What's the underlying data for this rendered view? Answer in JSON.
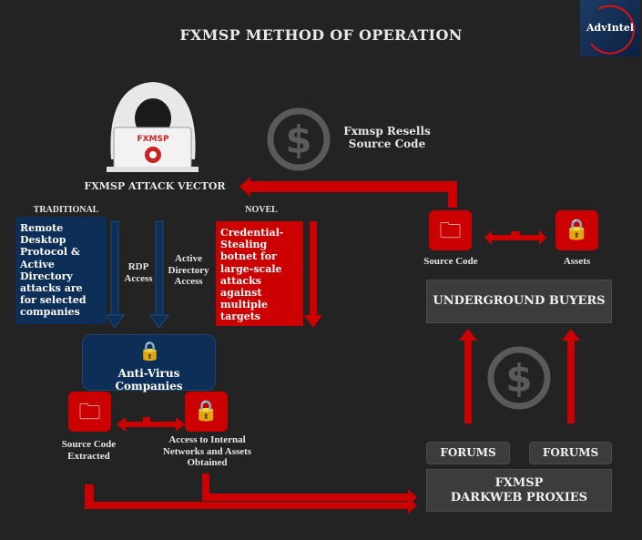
{
  "title": "FXMSP METHOD OF OPERATION",
  "logo": {
    "text": "AdvIntel"
  },
  "hacker": {
    "laptop_label": "FXMSP",
    "caption": "FXMSP ATTACK VECTOR"
  },
  "resell": {
    "line1": "Fxmsp Resells",
    "line2": "Source Code"
  },
  "traditional": {
    "label": "TRADITIONAL",
    "text": "Remote Desktop Protocol & Active Directory attacks are for selected companies",
    "rdp": "RDP Access",
    "ad": "Active Directory Access"
  },
  "novel": {
    "label": "NOVEL",
    "text": "Credential-Stealing botnet for large-scale attacks against multiple targets"
  },
  "antivirus": {
    "label": "Anti-Virus Companies"
  },
  "outcomes": {
    "source_code": "Source Code Extracted",
    "access": "Access to Internal Networks and Assets Obtained"
  },
  "right": {
    "source_code": "Source Code",
    "assets": "Assets",
    "buyers": "UNDERGROUND BUYERS",
    "forum1": "FORUMS",
    "forum2": "FORUMS",
    "proxies_line1": "FXMSP",
    "proxies_line2": "DARKWEB PROXIES"
  },
  "colors": {
    "red": "#cc0000",
    "blue": "#0d2f57",
    "gray": "#3c3c3c",
    "background": "#232323"
  }
}
